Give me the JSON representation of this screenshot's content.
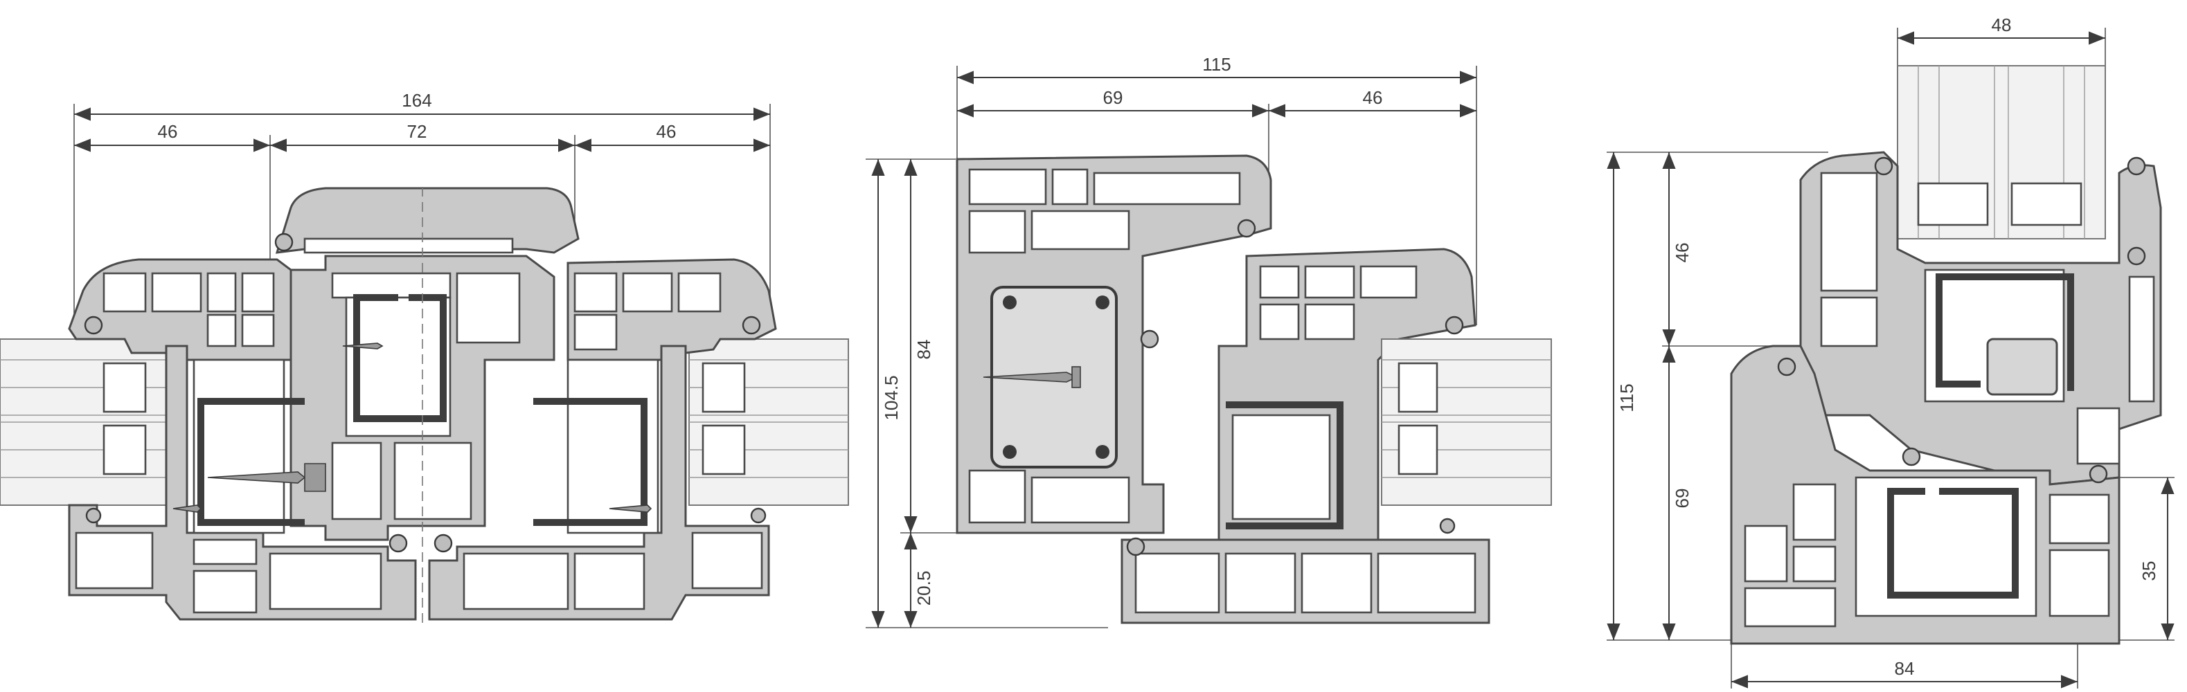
{
  "drawings": [
    {
      "id": "left",
      "dimensions": {
        "overall": "164",
        "left": "46",
        "middle": "72",
        "right": "46"
      }
    },
    {
      "id": "middle",
      "dimensions": {
        "overall": "115",
        "left": "69",
        "right": "46",
        "height_total": "104.5",
        "height_upper": "84",
        "height_lower": "20.5"
      }
    },
    {
      "id": "right",
      "dimensions": {
        "top": "48",
        "height_total": "115",
        "height_upper": "46",
        "height_lower": "69",
        "height_sill": "35",
        "width_bottom": "84"
      }
    }
  ]
}
